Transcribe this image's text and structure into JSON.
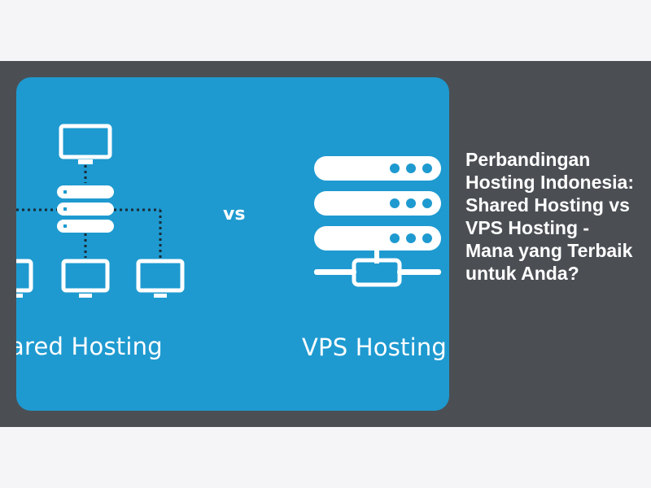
{
  "post": {
    "title": "Perbandingan Hosting Indonesia: Shared Hosting vs VPS Hosting - Mana yang Terbaik untuk Anda?"
  },
  "hero_image": {
    "left_label": "ared Hosting",
    "middle_label": "vs",
    "right_label": "VPS Hosting",
    "icons": [
      "monitor-icon",
      "server-stack-icon",
      "server-rack-icon"
    ]
  },
  "colors": {
    "page_background": "#f5f5f7",
    "band_background": "#4b4f54",
    "hero_background": "#1e9ad0",
    "foreground": "#ffffff"
  }
}
